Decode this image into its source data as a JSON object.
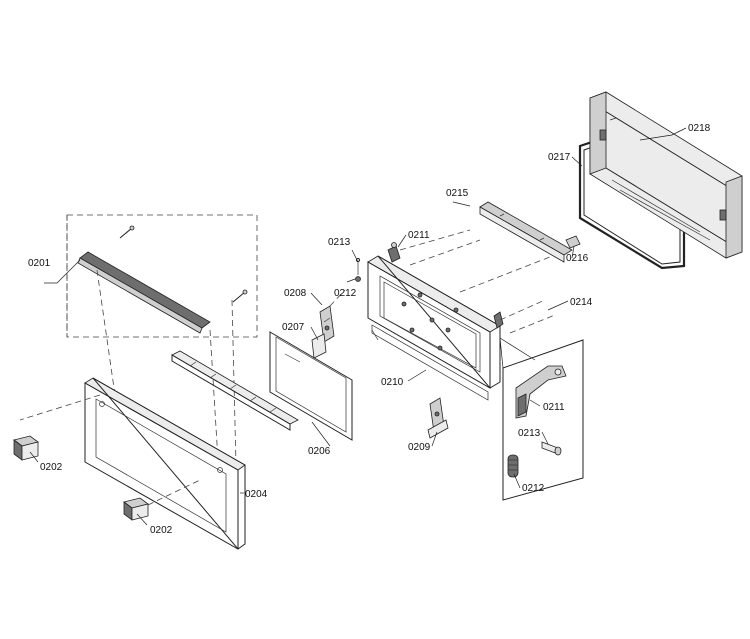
{
  "labels": {
    "p0201": "0201",
    "p0202a": "0202",
    "p0202b": "0202",
    "p0204": "0204",
    "p0206": "0206",
    "p0207": "0207",
    "p0208": "0208",
    "p0209": "0209",
    "p0210": "0210",
    "p0211a": "0211",
    "p0211b": "0211",
    "p0212a": "0212",
    "p0212b": "0212",
    "p0213a": "0213",
    "p0213b": "0213",
    "p0214": "0214",
    "p0215": "0215",
    "p0216": "0216",
    "p0217": "0217",
    "p0218": "0218"
  }
}
